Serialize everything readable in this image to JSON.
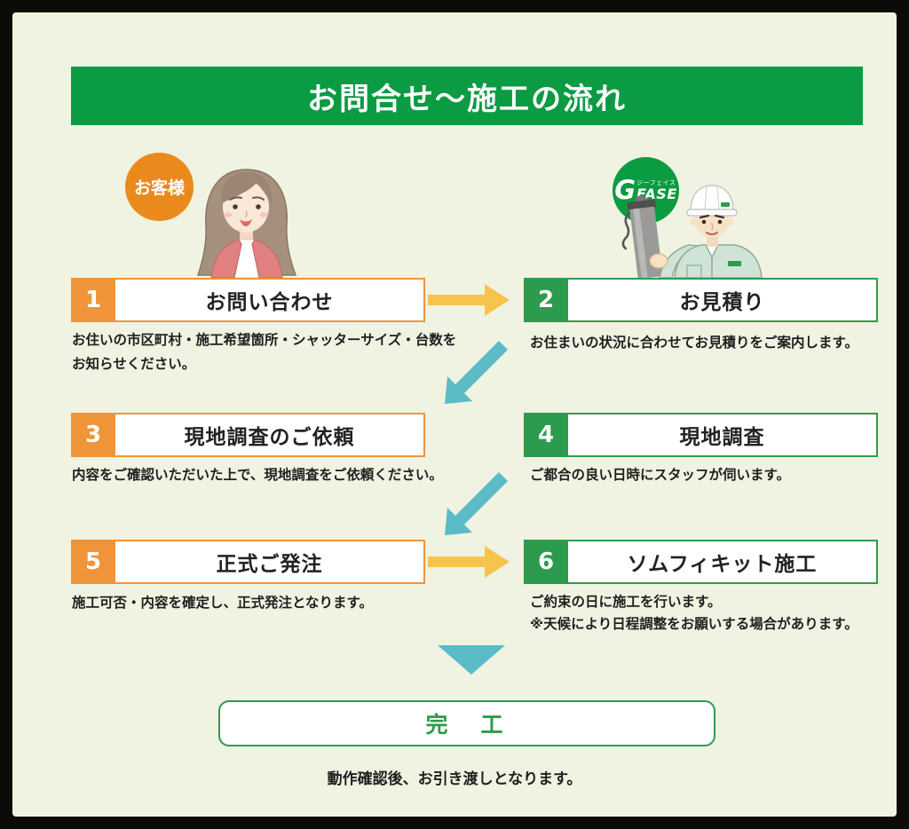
{
  "colors": {
    "frame": "#0d0b07",
    "background": "#f0f3e1",
    "header_green": "#0a9b43",
    "step_green": "#2d9b4e",
    "step_orange": "#f0943a",
    "circle_orange": "#eb8a1c",
    "circle_green": "#0b9b41",
    "arrow_yellow": "#f6c44d",
    "arrow_teal": "#5bbcc8",
    "text_dark": "#1f1f1f"
  },
  "header": {
    "title": "お問合せ～施工の流れ"
  },
  "actors": {
    "customer": {
      "badge": "お客様"
    },
    "company": {
      "logo_g": "G",
      "logo_kana": "ジーフェイス",
      "logo_name": "FASE"
    }
  },
  "steps": [
    {
      "num": "1",
      "title": "お問い合わせ",
      "color": "orange",
      "desc": [
        "お住いの市区町村・施工希望箇所・シャッターサイズ・台数を",
        "お知らせください。"
      ]
    },
    {
      "num": "2",
      "title": "お見積り",
      "color": "green",
      "desc": [
        "お住まいの状況に合わせてお見積りをご案内します。"
      ]
    },
    {
      "num": "3",
      "title": "現地調査のご依頼",
      "color": "orange",
      "desc": [
        "内容をご確認いただいた上で、現地調査をご依頼ください。"
      ]
    },
    {
      "num": "4",
      "title": "現地調査",
      "color": "green",
      "desc": [
        "ご都合の良い日時にスタッフが伺います。"
      ]
    },
    {
      "num": "5",
      "title": "正式ご発注",
      "color": "orange",
      "desc": [
        "施工可否・内容を確定し、正式発注となります。"
      ]
    },
    {
      "num": "6",
      "title": "ソムフィキット施工",
      "color": "green",
      "desc": [
        "ご約束の日に施工を行います。",
        "※天候により日程調整をお願いする場合があります。"
      ]
    }
  ],
  "completion": {
    "title": "完　工",
    "note": "動作確認後、お引き渡しとなります。"
  }
}
